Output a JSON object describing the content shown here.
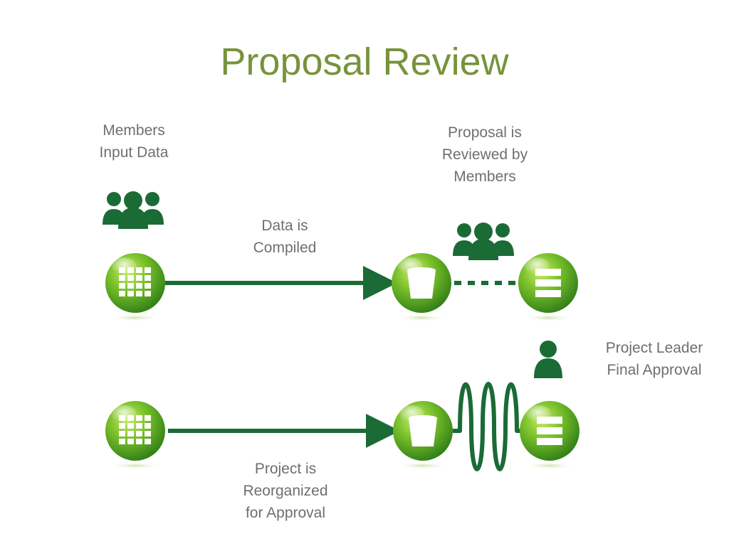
{
  "title": "Proposal Review",
  "labels": {
    "members_input": [
      "Members",
      "Input Data"
    ],
    "data_compiled": [
      "Data is",
      "Compiled"
    ],
    "proposal_reviewed": [
      "Proposal is",
      "Reviewed by",
      "Members"
    ],
    "project_leader": [
      "Project Leader",
      "Final Approval"
    ],
    "project_reorganized": [
      "Project is",
      "Reorganized",
      "for Approval"
    ]
  },
  "icons": {
    "members_group": "group-icon",
    "person": "person-icon",
    "grid": "grid-icon",
    "cup": "cup-icon",
    "list": "list-icon"
  },
  "colors": {
    "title": "#77933c",
    "dark_green": "#1a6b35",
    "ball_green": "#6ab023",
    "text": "#6f6f6f"
  }
}
